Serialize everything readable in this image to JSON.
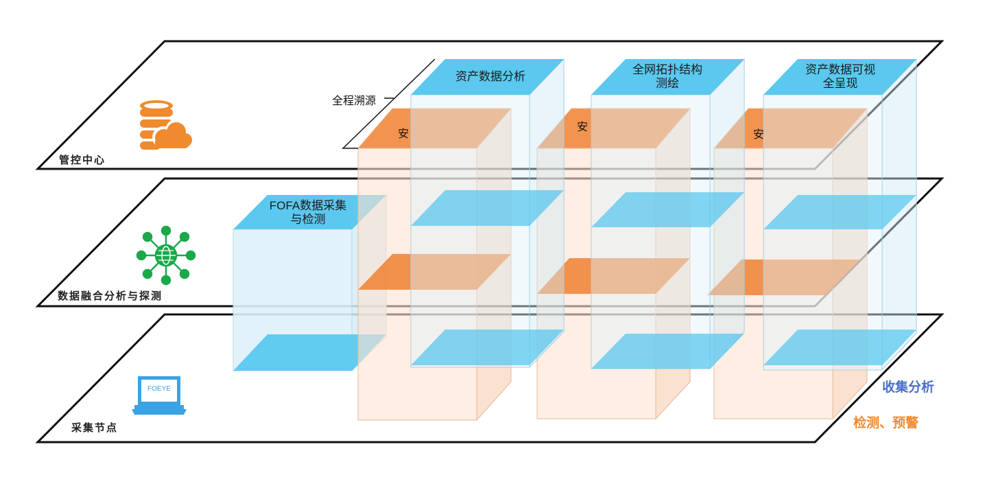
{
  "layers": {
    "control_center": "管控中心",
    "fusion": "数据融合分析与探测",
    "collection": "采集节点"
  },
  "columns": {
    "asset_analysis": "资产数据分析",
    "topology_line1": "全网拓扑结构",
    "topology_line2": "测绘",
    "visual_line1": "资产数据可视",
    "visual_line2": "全呈现",
    "fofa_line1": "FOFA数据采集",
    "fofa_line2": "与检测"
  },
  "annotations": {
    "trace": "全程溯源",
    "an1": "安",
    "an2": "安",
    "an3": "安"
  },
  "legend": {
    "collect": "收集分析",
    "detect": "检测、预警"
  },
  "laptop_screen_text": "FOEYE",
  "icons": [
    "database-cloud-icon",
    "network-globe-icon",
    "laptop-icon"
  ],
  "colors": {
    "blue_face": "#5bc8ef",
    "light_blue_box": "#dff1fa",
    "orange_face": "#f08030",
    "peach_box": "#fde3d0",
    "legend_blue": "#4a6fc7",
    "legend_orange": "#f08a2e",
    "network_green": "#1ba84a",
    "db_orange": "#f08a2e",
    "laptop_blue": "#3aa3e3"
  }
}
